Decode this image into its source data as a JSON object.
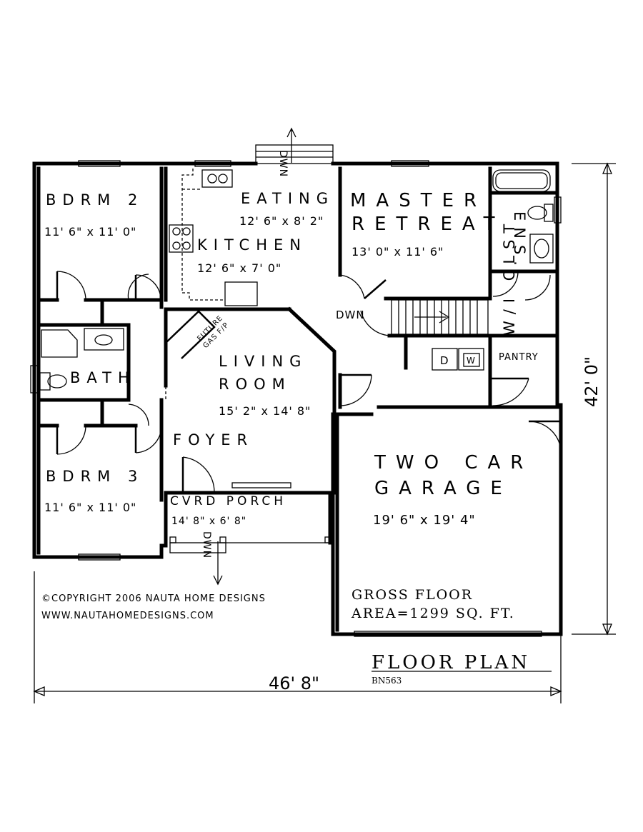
{
  "rooms": {
    "bdrm2": {
      "name": "BDRM 2",
      "dim": "11' 6\" x 11' 0\""
    },
    "bdrm3": {
      "name": "BDRM 3",
      "dim": "11' 6\" x 11' 0\""
    },
    "bath": {
      "name": "BATH"
    },
    "eating": {
      "name": "EATING",
      "dim": "12' 6\" x 8' 2\""
    },
    "kitchen": {
      "name": "KITCHEN",
      "dim": "12' 6\" x 7' 0\""
    },
    "master": {
      "name1": "MASTER",
      "name2": "RETREAT",
      "dim": "13' 0\" x 11' 6\""
    },
    "ens": {
      "name": "ENS."
    },
    "wicloset": {
      "name": "W/I CLST"
    },
    "living": {
      "name1": "LIVING",
      "name2": "ROOM",
      "dim": "15' 2\" x 14' 8\""
    },
    "foyer": {
      "name": "FOYER"
    },
    "porch": {
      "name": "CVRD PORCH",
      "dim": "14' 8\" x 6' 8\""
    },
    "garage": {
      "name1": "TWO CAR",
      "name2": "GARAGE",
      "dim": "19' 6\" x 19' 4\""
    },
    "pantry": {
      "name": "PANTRY"
    }
  },
  "labels": {
    "dwn_top": "DWN",
    "dwn_stair": "DWN",
    "dwn_porch": "DWN",
    "future_line1": "FUTURE",
    "future_line2": "GAS F/P",
    "dryer": "D",
    "washer": "W"
  },
  "footer": {
    "copyright": "©COPYRIGHT 2006 NAUTA HOME DESIGNS",
    "website": "WWW.NAUTAHOMEDESIGNS.COM",
    "gross_line1": "GROSS FLOOR",
    "gross_line2": "AREA=1299 SQ. FT.",
    "plan_title": "FLOOR PLAN",
    "plan_code": "BN563"
  },
  "dimensions": {
    "width": "46' 8\"",
    "depth": "42' 0\""
  }
}
